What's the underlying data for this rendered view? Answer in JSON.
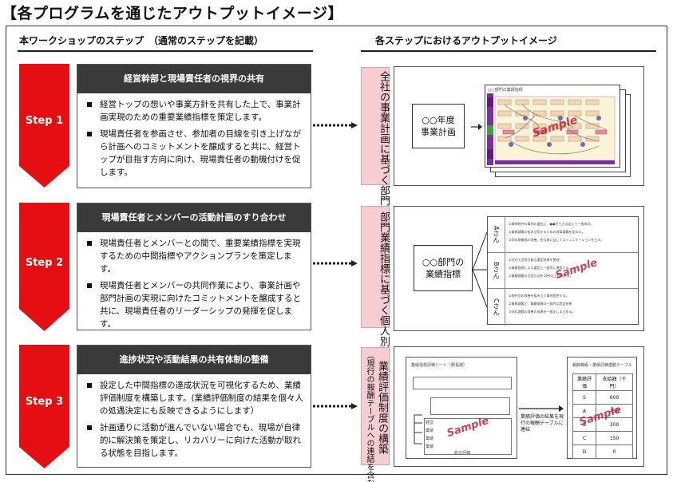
{
  "title": "【各プログラムを通じたアウトプットイメージ】",
  "left_header": "本ワークショップのステップ　（通常のステップを記載）",
  "right_header": "各ステップにおけるアウトプットイメージ",
  "steps": [
    {
      "label": "Step 1",
      "heading": "経営幹部と現場責任者の視界の共有",
      "bullets": [
        "経営トップの想いや事業方針を共有した上で、事業計画実現のための重要業績指標を策定します。",
        "現場責任者を参画させ、参加者の目線を引き上げながら計画へのコミットメントを醸成すると共に、経営トップが目指す方向に向け、現場責任者の動機付けを促します。"
      ],
      "output_label": "全社の事業計画に基づく部門別重要業績指標の設定"
    },
    {
      "label": "Step 2",
      "heading": "現場責任者とメンバーの活動計画のすり合わせ",
      "bullets": [
        "現場責任者とメンバーとの間で、重要業績指標を実現　するための中間指標やアクションプランを策定します。",
        "現場責任者とメンバーの共同作業により、事業計画や　部門計画の実現に向けたコミットメントを醸成すると共に、現場責任者のリーダーシップの発揮を促します。"
      ],
      "output_label": "部門業績指標に基づく個人別活動計画の設定"
    },
    {
      "label": "Step 3",
      "heading": "進捗状況や活動結果の共有体制の整備",
      "bullets": [
        "設定した中間指標の達成状況を可視化するため、業績 評価制度を構築します。(業績評価制度の結果を個々人の処遇決定にも反映できるようにします）",
        "計画通りに活動が進んでいない場合でも、現場が自律的に解決策を策定し、リカバリーに向けた活動が取れる状態を目指します。"
      ],
      "output_label": "業績評価制度の構築",
      "output_sublabel": "（現行の報酬テーブルへの連結を含む）"
    }
  ],
  "output1": {
    "doc_label": "○○年度\n事業計画",
    "chart_title": "○○部門の業績指標",
    "sample": "Sample"
  },
  "output2": {
    "doc_label": "○○部門の\n業績指標",
    "persons": [
      "Aさん",
      "Bさん",
      "Cさん"
    ],
    "person_lines": [
      [
        "①精神物件の事例の選出に、●●売り方法定にて一般成功。",
        "②業務課題の組み活用するための改革課題を定める。",
        "③四半期業務の改善、担当者に対してコミュニケーションをとる。"
      ],
      [
        "①社内で活用可能な選定結果を整理",
        "②業績指標による選定と一般的に運用する。",
        "③業績課題の活用方法を10件以上作成する。"
      ],
      [
        "①物件別の改善を組み立て事例提供する。",
        "②業務課題と、業績指標の一般的な設定結果",
        "③対応課題の改善の成果を一般化しまとめる。"
      ]
    ],
    "sample": "Sample"
  },
  "output3": {
    "sheet_title": "業績指標評価シート（部長用）",
    "rows": [
      "経営",
      "業績",
      "業績",
      "業績",
      "総合評価"
    ],
    "arrow_text": "業績評価の結果を現行の報酬テーブルに連結",
    "table_title": "報酬等級・業績評価連動テーブル",
    "table_headers": [
      "業績評価",
      "支給額（千円）"
    ],
    "table_rows": [
      [
        "S",
        "600"
      ],
      [
        "A",
        "450"
      ],
      [
        "B",
        "300"
      ],
      [
        "C",
        "150"
      ],
      [
        "D",
        "0"
      ]
    ],
    "sample": "Sample"
  }
}
